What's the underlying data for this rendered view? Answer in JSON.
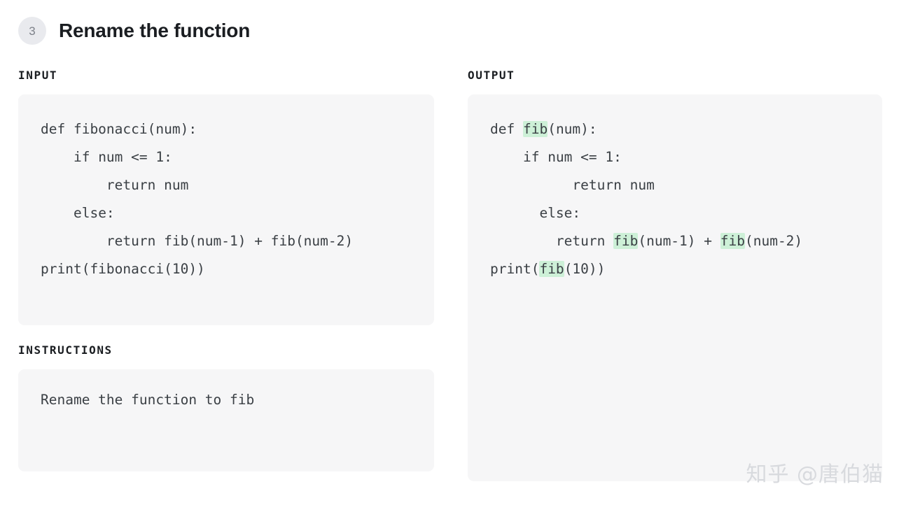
{
  "header": {
    "step_number": "3",
    "title": "Rename the function"
  },
  "input_section": {
    "label": "INPUT",
    "code_lines": [
      {
        "indent": 0,
        "segments": [
          {
            "text": "def fibonacci(num):",
            "highlight": false
          }
        ]
      },
      {
        "indent": 4,
        "segments": [
          {
            "text": "if num <= 1:",
            "highlight": false
          }
        ]
      },
      {
        "indent": 8,
        "segments": [
          {
            "text": "return num",
            "highlight": false
          }
        ]
      },
      {
        "indent": 4,
        "segments": [
          {
            "text": "else:",
            "highlight": false
          }
        ]
      },
      {
        "indent": 8,
        "segments": [
          {
            "text": "return fib(num-1) + fib(num-2)",
            "highlight": false
          }
        ]
      },
      {
        "indent": 0,
        "segments": [
          {
            "text": "print(fibonacci(10))",
            "highlight": false
          }
        ]
      }
    ],
    "code_plain": "def fibonacci(num):\n    if num <= 1:\n        return num\n    else:\n        return fib(num-1) + fib(num-2)\nprint(fibonacci(10))"
  },
  "output_section": {
    "label": "OUTPUT",
    "highlight_color": "#cdf0d7",
    "code_lines": [
      {
        "indent": 0,
        "segments": [
          {
            "text": "def ",
            "highlight": false
          },
          {
            "text": "fib",
            "highlight": true
          },
          {
            "text": "(num):",
            "highlight": false
          }
        ]
      },
      {
        "indent": 4,
        "segments": [
          {
            "text": "if num <= 1:",
            "highlight": false
          }
        ]
      },
      {
        "indent": 10,
        "segments": [
          {
            "text": "return num",
            "highlight": false
          }
        ]
      },
      {
        "indent": 6,
        "segments": [
          {
            "text": "else:",
            "highlight": false
          }
        ]
      },
      {
        "indent": 8,
        "segments": [
          {
            "text": "return ",
            "highlight": false
          },
          {
            "text": "fib",
            "highlight": true
          },
          {
            "text": "(num-1) + ",
            "highlight": false
          },
          {
            "text": "fib",
            "highlight": true
          },
          {
            "text": "(num-2)",
            "highlight": false
          }
        ]
      },
      {
        "indent": 0,
        "segments": [
          {
            "text": "print(",
            "highlight": false
          },
          {
            "text": "fib",
            "highlight": true
          },
          {
            "text": "(10))",
            "highlight": false
          }
        ]
      }
    ]
  },
  "instructions_section": {
    "label": "INSTRUCTIONS",
    "text": "Rename the function to fib"
  },
  "watermark": {
    "text": "知乎 @唐伯猫"
  },
  "theme": {
    "panel_background": "#f6f6f7",
    "page_background": "#ffffff",
    "code_text": "#3b4045",
    "title_text": "#1a1d21",
    "badge_background": "#e9eaee",
    "badge_text": "#7d8189",
    "watermark_text": "#d8dade"
  }
}
